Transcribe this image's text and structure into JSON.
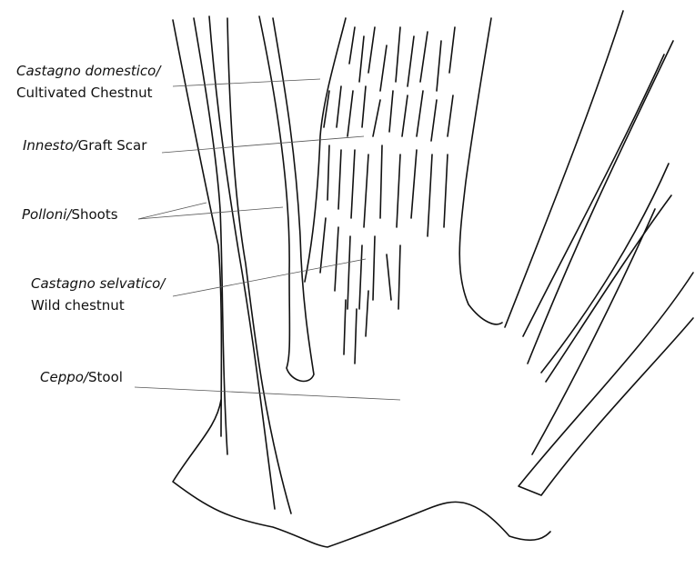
{
  "labels": {
    "cultivated": {
      "italian": "Castagno domestico/",
      "english": "Cultivated Chestnut"
    },
    "graft": {
      "italian": "Innesto/",
      "english": "Graft Scar"
    },
    "shoots": {
      "italian": "Polloni/",
      "english": "Shoots"
    },
    "wild": {
      "italian": "Castagno selvatico/",
      "english": "Wild chestnut"
    },
    "stool": {
      "italian": "Ceppo/",
      "english": "Stool"
    }
  }
}
